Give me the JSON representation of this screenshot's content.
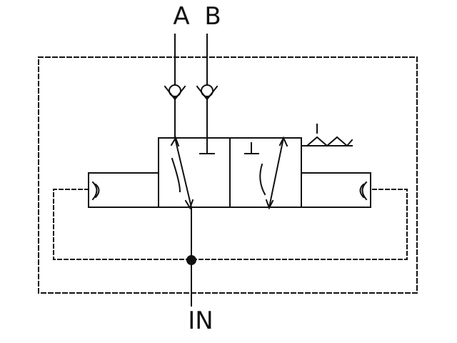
{
  "ports": {
    "a": "A",
    "b": "B",
    "in": "IN"
  },
  "colors": {
    "stroke": "#111111",
    "background": "#ffffff"
  },
  "icons": {
    "valve": "two-position-directional-valve-icon",
    "check_valve": "check-valve-icon",
    "junction": "junction-dot-icon",
    "spring": "spring-icon"
  }
}
